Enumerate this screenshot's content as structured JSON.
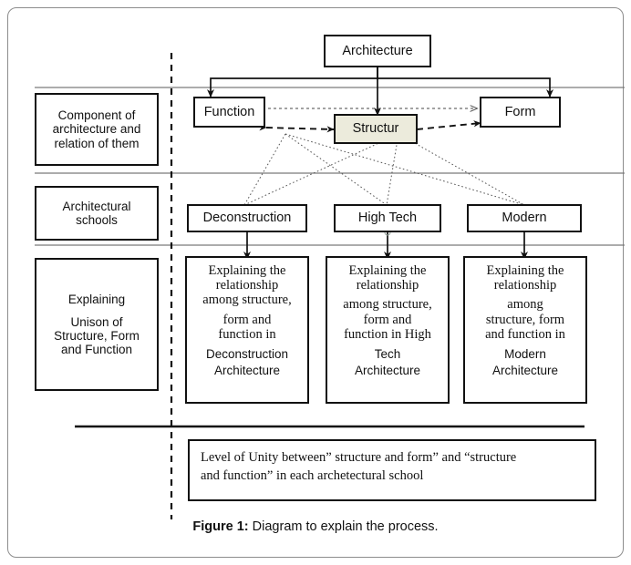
{
  "figure": {
    "caption_label": "Figure 1:",
    "caption_text": " Diagram to explain the process."
  },
  "colors": {
    "structure_fill": "#ecebdc",
    "line": "#111111",
    "frame": "#8d8d8d",
    "separator": "#7a7a7a"
  },
  "left_column": {
    "rows": [
      {
        "name": "component-row",
        "lines": [
          "Component of",
          "architecture and",
          "relation of them"
        ]
      },
      {
        "name": "schools-row",
        "lines": [
          "Architectural",
          "schools"
        ]
      },
      {
        "name": "explaining-row",
        "lines": [
          "Explaining",
          "Unison of",
          "Structure, Form",
          "and Function"
        ]
      }
    ]
  },
  "diagram": {
    "root": {
      "label": "Architecture"
    },
    "components": [
      {
        "id": "function",
        "label": "Function"
      },
      {
        "id": "structure",
        "label": "Structur"
      },
      {
        "id": "form",
        "label": "Form"
      }
    ],
    "schools": [
      {
        "id": "deconstruction",
        "label": "Deconstruction"
      },
      {
        "id": "hightech",
        "label": "High Tech"
      },
      {
        "id": "modern",
        "label": "Modern"
      }
    ],
    "explanations": [
      {
        "id": "expl-deconstruction",
        "serif_lines": [
          "Explaining the",
          "relationship",
          "among structure,",
          "form and",
          "function in"
        ],
        "sans_lines": [
          "Deconstruction",
          "Architecture"
        ]
      },
      {
        "id": "expl-hightech",
        "serif_lines": [
          "Explaining the",
          "relationship",
          "among structure,",
          "form and",
          "function in High"
        ],
        "sans_lines": [
          "Tech",
          "Architecture"
        ]
      },
      {
        "id": "expl-modern",
        "serif_lines": [
          "Explaining the",
          "relationship",
          "among",
          "structure, form",
          "and function in"
        ],
        "sans_lines": [
          "Modern",
          "Architecture"
        ]
      }
    ],
    "conclusion": {
      "lines": [
        "Level of Unity between” structure and form” and “structure",
        "and function” in each archetectural school"
      ]
    }
  }
}
